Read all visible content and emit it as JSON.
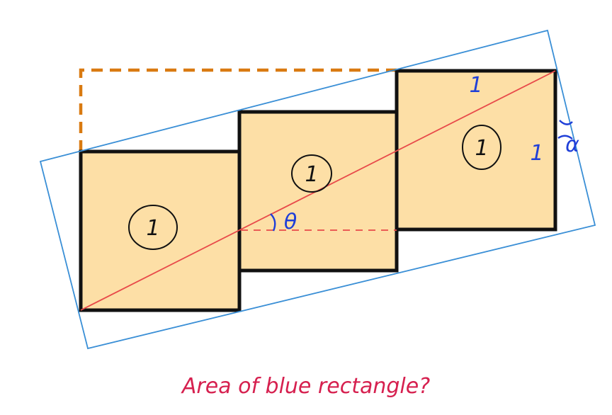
{
  "figure": {
    "square_labels": [
      "1",
      "1",
      "1"
    ],
    "side_labels": {
      "top": "1",
      "right": "1"
    },
    "angle_labels": {
      "theta": "θ",
      "alpha": "α"
    },
    "question": "Area of blue rectangle?",
    "colors": {
      "square_fill": "#fddfa6",
      "square_stroke": "#111111",
      "blue_rectangle": "#3a8fd6",
      "diagonal": "#e84a4a",
      "orange_dashed": "#d97a11",
      "annotation_blue": "#1f3fd8",
      "question_text": "#d6204f"
    }
  }
}
